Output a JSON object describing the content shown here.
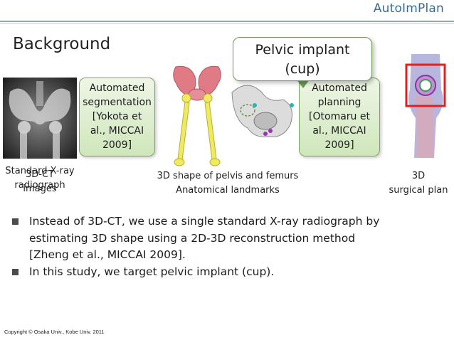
{
  "header": {
    "logo": "AutoImPlan"
  },
  "slide": {
    "title": "Background"
  },
  "callout": {
    "line1": "Pelvic implant",
    "line2": "(cup)"
  },
  "boxes": {
    "segmentation": [
      "Automated",
      "segmentation",
      "[Yokota et",
      "al., MICCAI",
      "2009]"
    ],
    "planning": [
      "Automated",
      "planning",
      "[Otomaru et",
      "al., MICCAI",
      "2009]"
    ]
  },
  "labels": {
    "input_a": "Standard X-ray",
    "input_b": "radiograph",
    "input_c": "3D-CT",
    "input_d": "images",
    "shape_1": "3D shape of pelvis and femurs",
    "shape_2": "Anatomical landmarks",
    "plan_1": "3D",
    "plan_2": "surgical plan"
  },
  "bullets": [
    [
      "Instead of 3D-CT, we use a single standard X-ray radiograph by",
      "estimating 3D shape using a 2D-3D reconstruction method",
      "[Zheng et al., MICCAI 2009]."
    ],
    [
      "In this study, we target pelvic implant (cup)."
    ]
  ],
  "footer": {
    "copyright": "Copyright © Osaka Univ., Kobe Univ. 2011"
  },
  "colors": {
    "accent_line": "#8fa7bd",
    "box_green": "#cfe6bb",
    "highlight_red": "#e02020"
  }
}
